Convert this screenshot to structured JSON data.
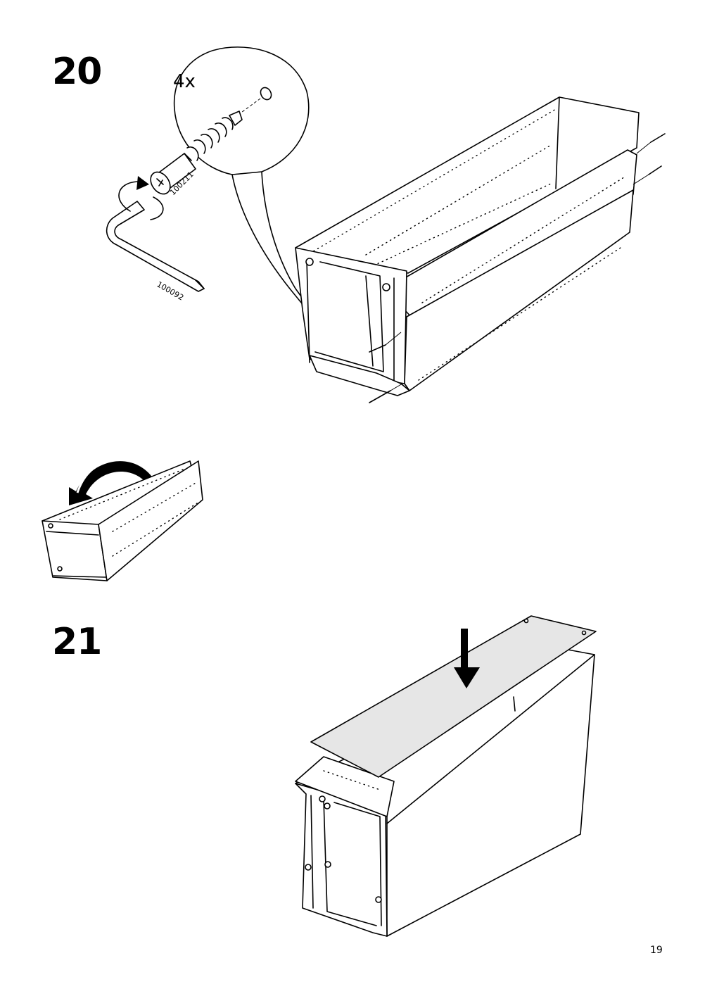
{
  "page": {
    "page_number": "19"
  },
  "steps": [
    {
      "number": "20",
      "quantity": "4x",
      "part_codes": [
        "100211",
        "100092"
      ]
    },
    {
      "number": "21"
    }
  ]
}
